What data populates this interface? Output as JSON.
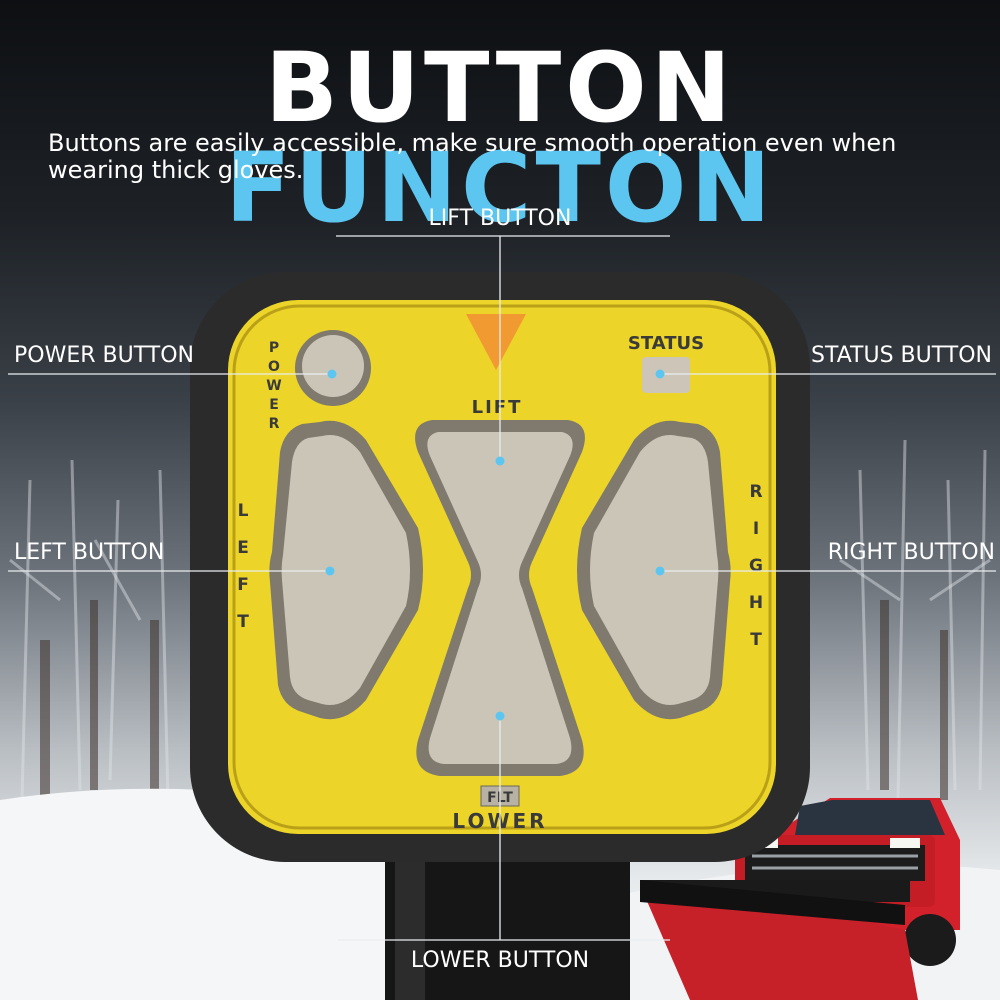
{
  "title": {
    "word1": "BUTTON",
    "word2": "FUNCTON"
  },
  "subtitle": "Buttons are easily accessible, make sure smooth operation even when wearing thick gloves.",
  "callouts": {
    "lift": "LIFT BUTTON",
    "power": "POWER BUTTON",
    "status": "STATUS BUTTON",
    "left": "LEFT BUTTON",
    "right": "RIGHT BUTTON",
    "lower": "LOWER BUTTON"
  },
  "controller": {
    "power": "POWER",
    "status": "STATUS",
    "lift": "LIFT",
    "left": "LEFT",
    "right": "RIGHT",
    "float": "FLT",
    "lower": "LOWER"
  },
  "colors": {
    "accent": "#5cc6f0",
    "controller_yellow": "#ecd428",
    "controller_body": "#2a2a2a",
    "button_gray": "#c9c3b6",
    "truck_red": "#d3212b"
  }
}
